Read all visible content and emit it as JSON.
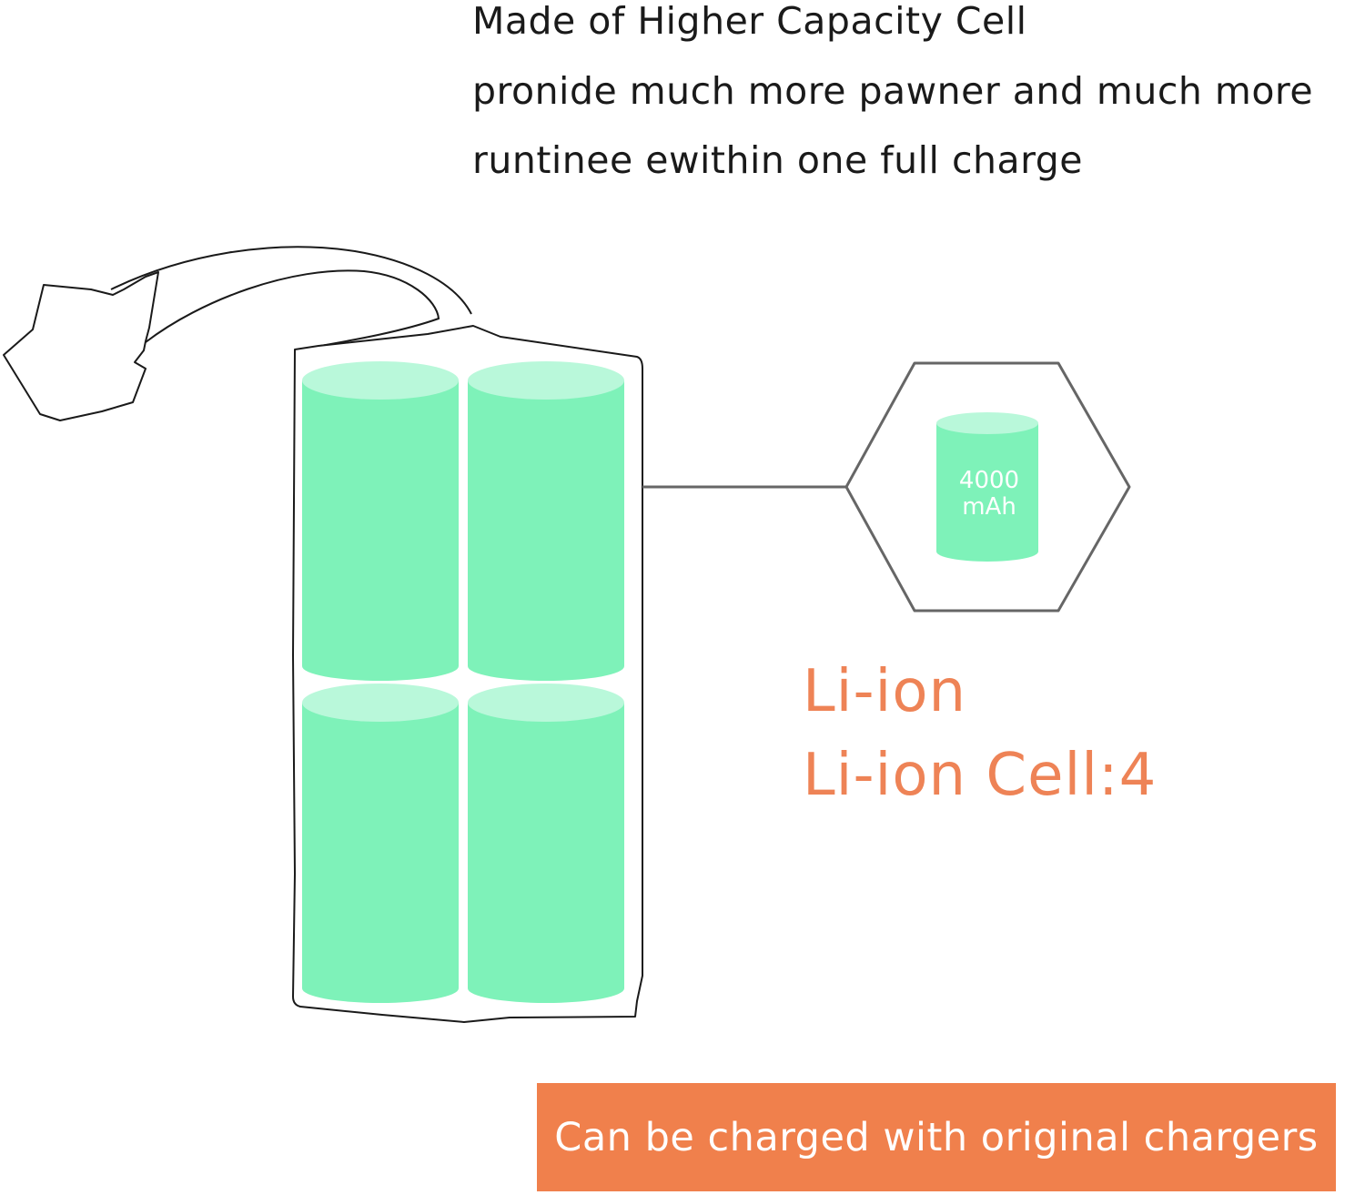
{
  "headline": {
    "line1": "Made of Higher Capacity Cell",
    "line2": "pronide much more pawner and much more",
    "line3": "runtinee ewithin one full charge"
  },
  "cell_badge": {
    "capacity_value": "4000",
    "capacity_unit": "mAh"
  },
  "chemistry": {
    "type_label": "Li-ion",
    "cell_count_label": "Li-ion Cell:4"
  },
  "banner": {
    "text": "Can be charged with original chargers"
  },
  "colors": {
    "cell_body": "#7ef2b9",
    "cell_top": "#b9f8da",
    "accent_orange": "#f0804c",
    "outline": "#1a1a1a",
    "hex_outline": "#666666"
  },
  "icons": [
    "battery-pack-icon",
    "connector-plug-icon",
    "cell-icon"
  ]
}
